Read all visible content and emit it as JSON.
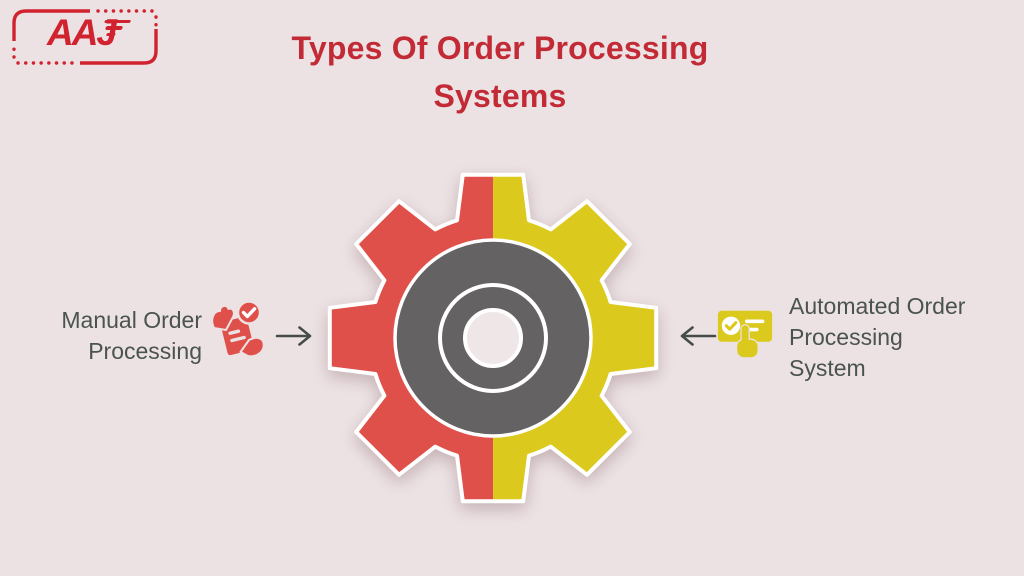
{
  "background_color": "#ece2e4",
  "logo": {
    "text": "AAJ",
    "color": "#d0232f"
  },
  "title": {
    "line1": "Types Of Order Processing",
    "line2": "Systems",
    "color": "#c22b35"
  },
  "diagram": {
    "label_color": "#4b534f",
    "arrow_color": "#454d4b",
    "left_item": {
      "label": "Manual Order Processing",
      "icon": "hands-holding-checklist-icon",
      "accent_color": "#e0504a",
      "arrow_direction": "right"
    },
    "right_item": {
      "label": "Automated Order Processing System",
      "icon": "automated-click-form-icon",
      "accent_color": "#dcc91d",
      "arrow_direction": "left"
    },
    "gear": {
      "left_half_color": "#e0504a",
      "right_half_color": "#dcc91d",
      "hub_color": "#656263",
      "hole_color": "#efe6e8",
      "outline_color": "#ffffff"
    }
  }
}
